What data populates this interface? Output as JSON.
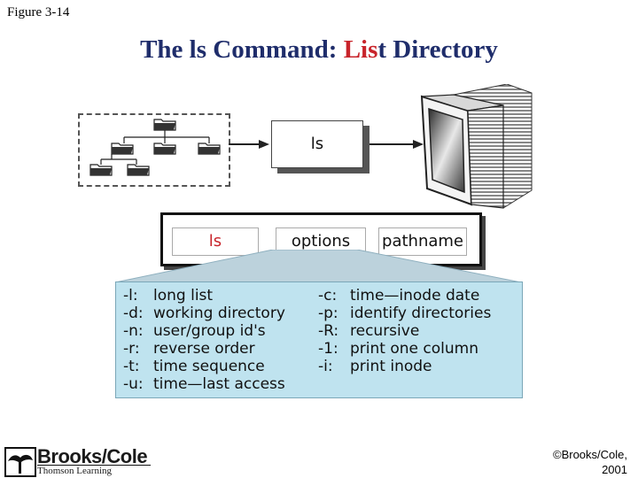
{
  "figure_label": "Figure 3-14",
  "title": {
    "part1": "The ls Command: ",
    "highlight": "Lis",
    "part2": "t Directory"
  },
  "top_box": {
    "label": "ls"
  },
  "command": {
    "segments": [
      "ls",
      "options",
      "pathname"
    ]
  },
  "options": {
    "left": [
      {
        "key": "-l:",
        "desc": "long list"
      },
      {
        "key": "-d:",
        "desc": "working directory"
      },
      {
        "key": "-n:",
        "desc": "user/group id's"
      },
      {
        "key": "-r:",
        "desc": "reverse order"
      },
      {
        "key": "-t:",
        "desc": "time sequence"
      },
      {
        "key": "-u:",
        "desc": "time—last access"
      }
    ],
    "right": [
      {
        "key": "-c:",
        "desc": "time—inode date"
      },
      {
        "key": "-p:",
        "desc": "identify directories"
      },
      {
        "key": "-R:",
        "desc": "recursive"
      },
      {
        "key": "-1:",
        "desc": "print one column"
      },
      {
        "key": "-i:",
        "desc": "print inode"
      }
    ]
  },
  "publisher": {
    "name": "Brooks/Cole",
    "sub": "Thomson Learning"
  },
  "copyright": {
    "line1": "©Brooks/Cole,",
    "line2": "2001"
  },
  "colors": {
    "title": "#1f2d6b",
    "accent": "#c8242b",
    "panel": "#bfe3ef"
  },
  "icons": [
    "folder-icon",
    "computer-monitor-icon",
    "tree-logo-icon"
  ]
}
